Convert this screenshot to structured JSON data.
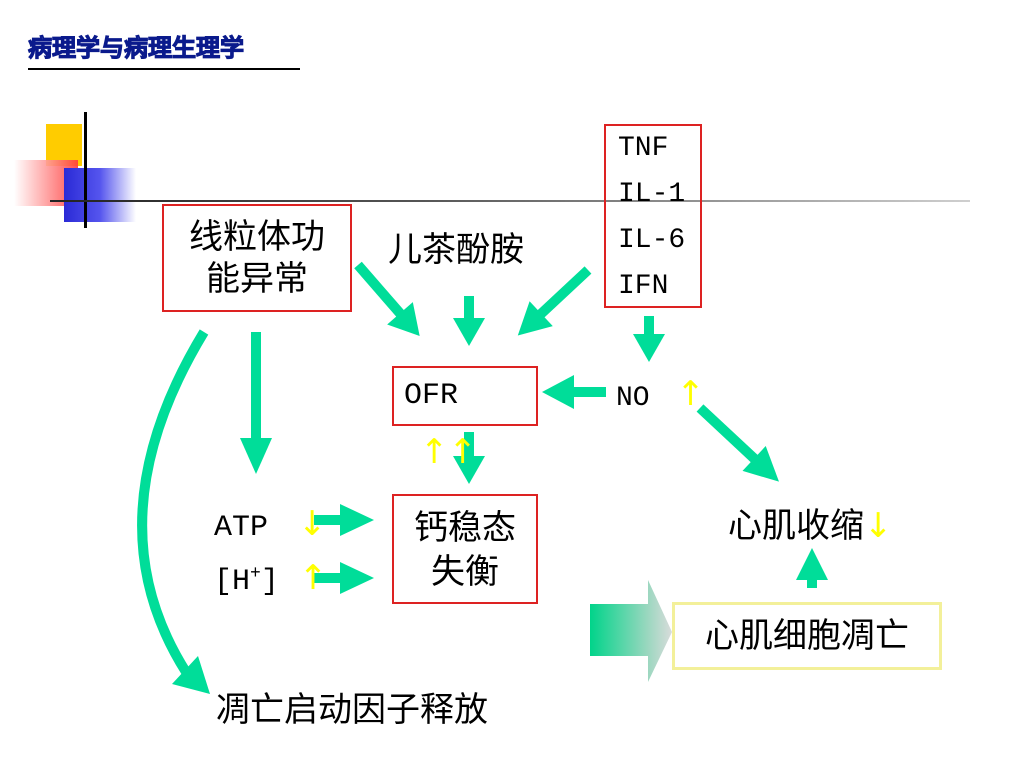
{
  "header": {
    "title": "病理学与病理生理学"
  },
  "nodes": {
    "mito_dysfunction": {
      "line1": "线粒体功",
      "line2": "能异常"
    },
    "catecholamine": "儿茶酚胺",
    "cytokines": [
      "TNF",
      "IL-1",
      "IL-6",
      "IFN"
    ],
    "ofr": "OFR",
    "ofr_arrow": "↑↑",
    "no": "NO",
    "no_arrow": "↑",
    "atp": "ATP",
    "atp_arrow": "↓",
    "h": "[H",
    "h_sup": "+",
    "h_close": "]",
    "h_arrow": "↑",
    "calcium": {
      "line1": "钙稳态",
      "line2": "失衡"
    },
    "contraction": "心肌收缩",
    "contraction_arrow": "↓",
    "apoptosis": "心肌细胞凋亡",
    "apoptosis_factor": "凋亡启动因子释放"
  },
  "colors": {
    "arrow": "#00dd99",
    "box_border": "#dd2222",
    "highlight": "#ffff00",
    "title": "#7d8fe6"
  }
}
